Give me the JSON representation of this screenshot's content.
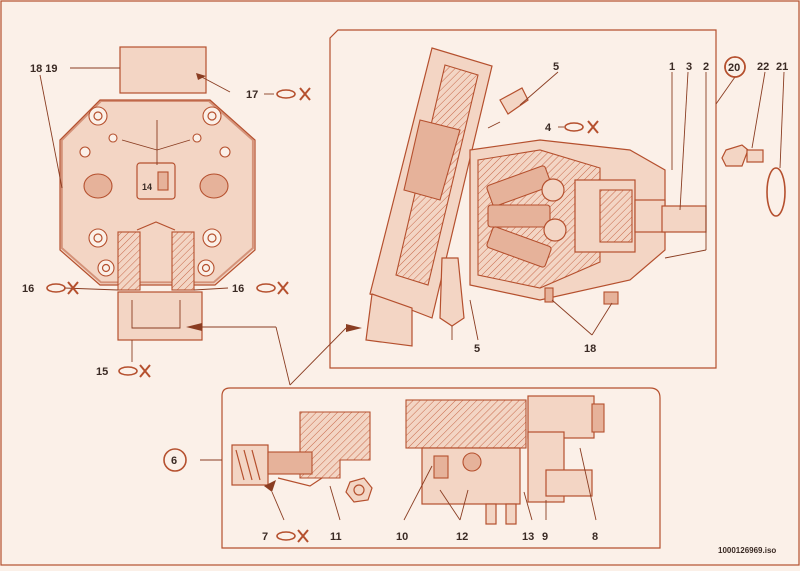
{
  "callouts": {
    "c1": "1",
    "c2": "2",
    "c3": "3",
    "c4": "4",
    "c5a": "5",
    "c5b": "5",
    "c6": "6",
    "c7": "7",
    "c8": "8",
    "c9": "9",
    "c10": "10",
    "c11": "11",
    "c12": "12",
    "c13": "13",
    "c14": "14",
    "c15": "15",
    "c16a": "16",
    "c16b": "16",
    "c17": "17",
    "c18a": "18 19",
    "c18b": "18",
    "c20": "20",
    "c21": "21",
    "c22": "22"
  },
  "drawing_id": "1000126969.iso",
  "colors": {
    "accent": "#b5502e",
    "background": "#fbf0e8",
    "fill": "#f3d5c4",
    "text": "#3a2a24"
  },
  "icons": [
    "seal-ring-crossed-icon"
  ]
}
